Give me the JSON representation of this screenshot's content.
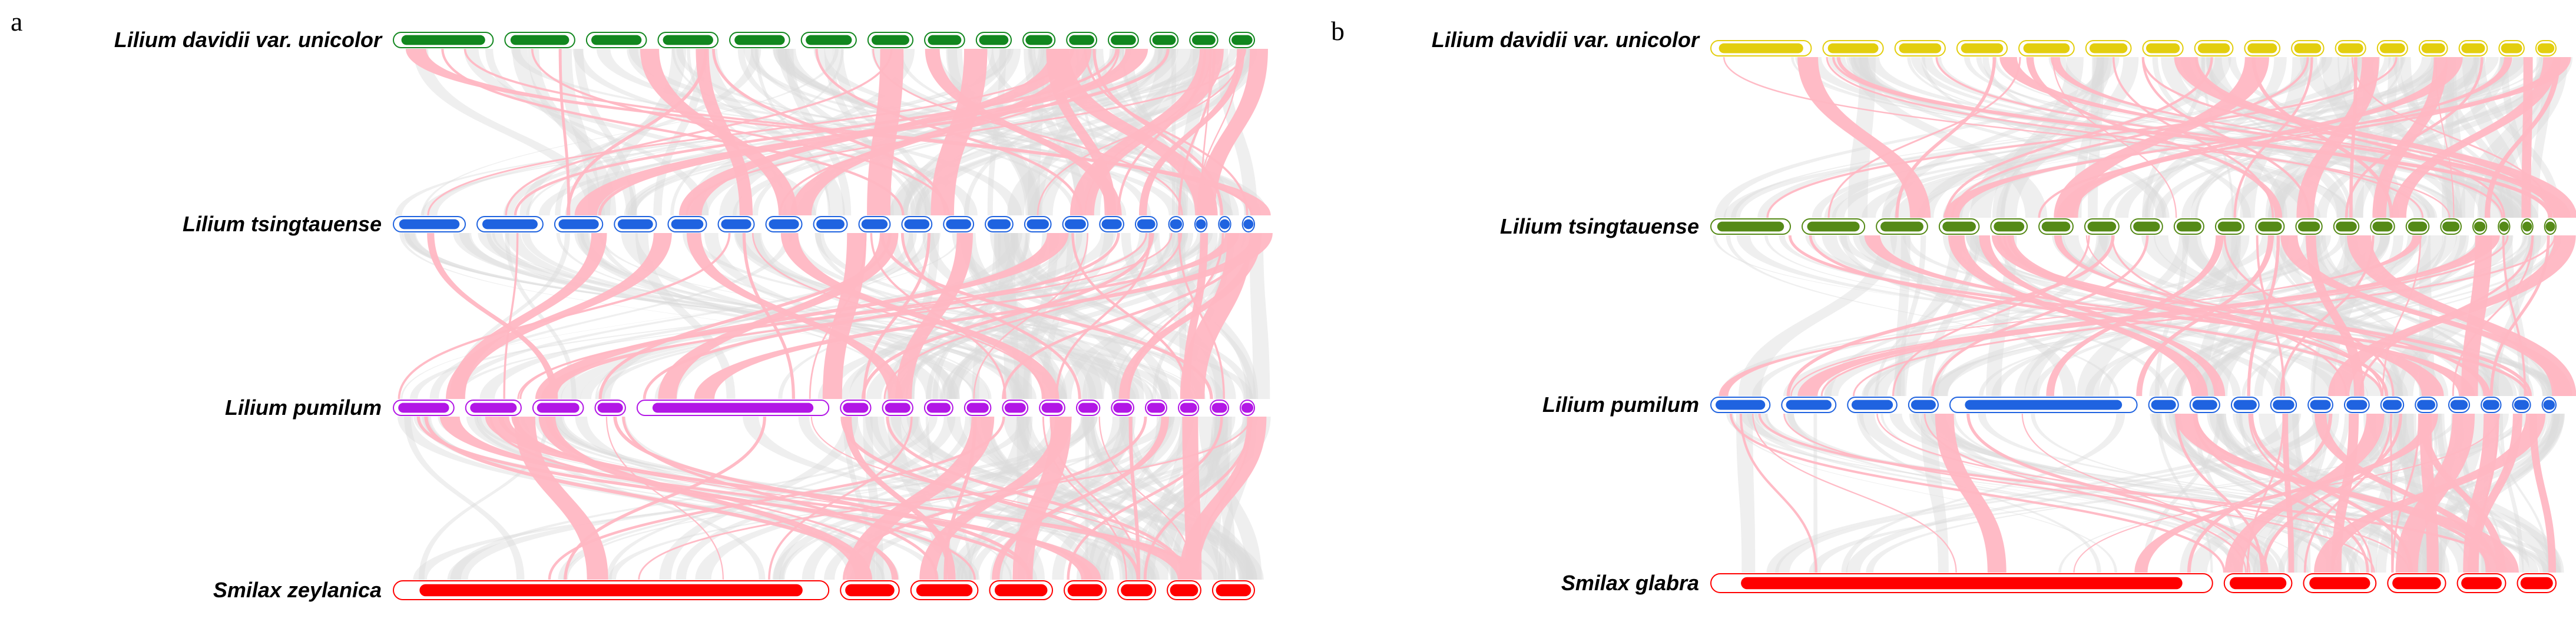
{
  "panels": [
    {
      "letter": "a",
      "tracks": [
        {
          "label": "Lilium davidii var. unicolor",
          "color": "#12871f",
          "chromosomes": [
            1.0,
            0.7,
            0.6,
            0.6,
            0.6,
            0.55,
            0.45,
            0.4,
            0.35,
            0.32,
            0.3,
            0.3,
            0.28,
            0.28,
            0.25
          ]
        },
        {
          "label": "Lilium tsingtauense",
          "color": "#1f63e0",
          "chromosomes": [
            0.6,
            0.55,
            0.4,
            0.35,
            0.32,
            0.3,
            0.3,
            0.28,
            0.26,
            0.25,
            0.25,
            0.23,
            0.22,
            0.21,
            0.2,
            0.18,
            0.12,
            0.1,
            0.1,
            0.1
          ]
        },
        {
          "label": "Lilium pumilum",
          "color": "#b216e6",
          "chromosomes": [
            0.6,
            0.55,
            0.5,
            0.3,
            1.9,
            0.3,
            0.3,
            0.28,
            0.26,
            0.25,
            0.25,
            0.23,
            0.22,
            0.21,
            0.2,
            0.18,
            0.14
          ]
        },
        {
          "label": "Smilax zeylanica",
          "color": "#ff0000",
          "chromosomes": [
            5.2,
            0.7,
            0.8,
            0.75,
            0.5,
            0.45,
            0.4,
            0.5
          ]
        }
      ]
    },
    {
      "letter": "b",
      "tracks": [
        {
          "label": "Lilium davidii var. unicolor",
          "color": "#e3ce0e",
          "chromosomes": [
            1.0,
            0.6,
            0.5,
            0.5,
            0.55,
            0.45,
            0.4,
            0.38,
            0.35,
            0.32,
            0.3,
            0.3,
            0.28,
            0.28,
            0.25,
            0.2
          ]
        },
        {
          "label": "Lilium tsingtauense",
          "color": "#558a17",
          "chromosomes": [
            0.7,
            0.55,
            0.45,
            0.35,
            0.32,
            0.3,
            0.3,
            0.28,
            0.26,
            0.25,
            0.25,
            0.23,
            0.22,
            0.21,
            0.2,
            0.18,
            0.12,
            0.1,
            0.1,
            0.1
          ]
        },
        {
          "label": "Lilium pumilum",
          "color": "#1f63e0",
          "chromosomes": [
            0.6,
            0.55,
            0.5,
            0.3,
            1.9,
            0.3,
            0.3,
            0.28,
            0.26,
            0.25,
            0.25,
            0.23,
            0.22,
            0.21,
            0.2,
            0.18,
            0.14
          ]
        },
        {
          "label": "Smilax glabra",
          "color": "#ff0000",
          "chromosomes": [
            5.2,
            0.7,
            0.75,
            0.6,
            0.5,
            0.4
          ]
        }
      ]
    }
  ],
  "link_colors": {
    "highlight": "#ffb7c3",
    "background": "#dcdcdc"
  }
}
